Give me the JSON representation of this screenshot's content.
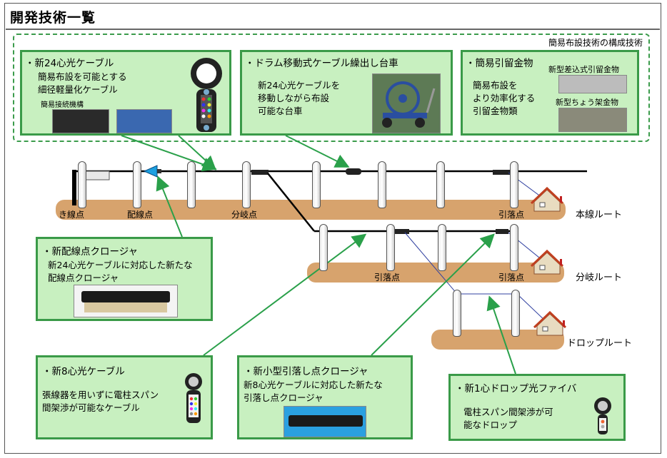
{
  "title": "開発技術一覧",
  "group_label": "簡易布設技術の構成技術",
  "boxes": {
    "cable24": {
      "title": "・新24心光ケーブル",
      "desc1": "簡易布設を可能とする",
      "desc2": "細径軽量化ケーブル",
      "sub": "簡易接続機構"
    },
    "drum": {
      "title": "・ドラム移動式ケーブル繰出し台車",
      "desc1": "新24心光ケーブルを",
      "desc2": "移動しながら布設",
      "desc3": "可能な台車"
    },
    "anchor": {
      "title": "・簡易引留金物",
      "desc1": "簡易布設を",
      "desc2": "より効率化する",
      "desc3": "引留金物類",
      "sub1": "新型差込式引留金物",
      "sub2": "新型ちょう架金物"
    },
    "closure_dist": {
      "title": "・新配線点クロージャ",
      "desc1": "新24心光ケーブルに対応した新たな",
      "desc2": "配線点クロージャ"
    },
    "cable8": {
      "title": "・新8心光ケーブル",
      "desc1": "張線器を用いずに電柱スパン",
      "desc2": "間架渉が可能なケーブル"
    },
    "closure_drop": {
      "title": "・新小型引落し点クロージャ",
      "desc1": "新8心光ケーブルに対応した新たな",
      "desc2": "引落し点クロージャ"
    },
    "drop1": {
      "title": "・新1心ドロップ光ファイバ",
      "desc1": "電柱スパン間架渉が可",
      "desc2": "能なドロップ"
    }
  },
  "point_labels": {
    "kisen": "き線点",
    "haisen": "配線点",
    "bunki": "分岐点",
    "hikiotoshi": "引落点"
  },
  "routes": {
    "main": "本線ルート",
    "branch": "分岐ルート",
    "drop": "ドロップルート"
  },
  "colors": {
    "box_fill": "#c8f0c0",
    "box_border": "#3a9a48",
    "arrow": "#2aa04a",
    "ground": "#d7a36d"
  }
}
